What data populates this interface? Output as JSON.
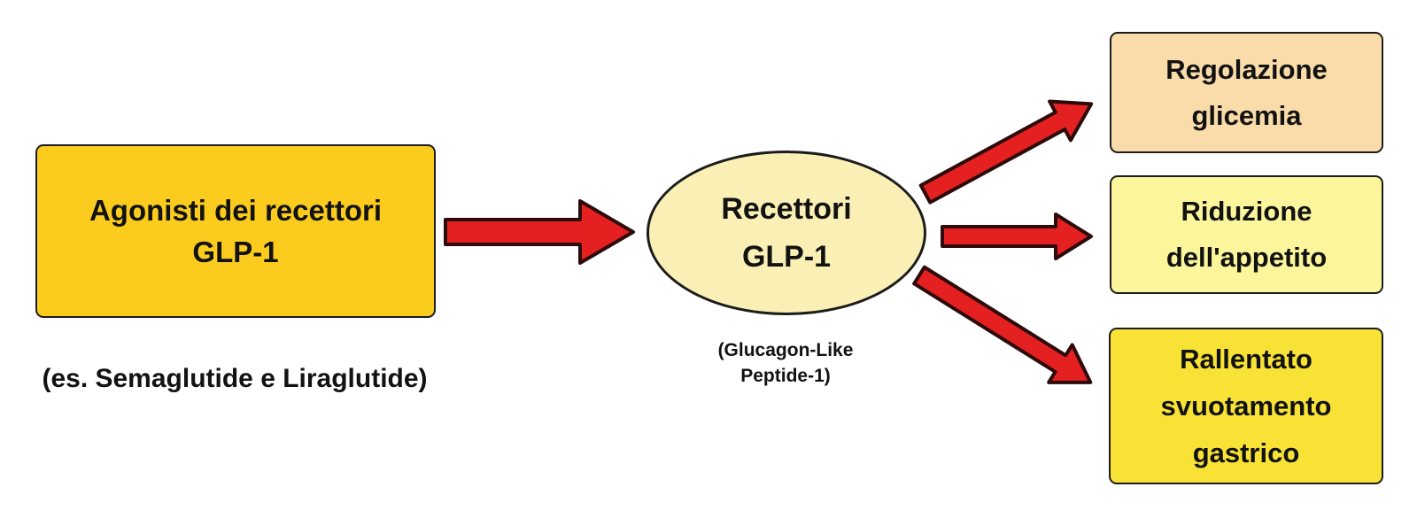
{
  "colors": {
    "background": "#ffffff",
    "border": "#1c1c1c",
    "text": "#121212",
    "arrow_fill": "#e52020",
    "arrow_stroke": "#2d0b0b"
  },
  "diagram": {
    "source_node": {
      "title_lines": [
        "Agonisti dei recettori",
        "GLP-1"
      ],
      "fill": "#fbcc1d",
      "caption": "(es. Semaglutide e Liraglutide)"
    },
    "center_node": {
      "title_lines": [
        "Recettori",
        "GLP-1"
      ],
      "fill": "#faf0b5",
      "caption_lines": [
        "(Glucagon-Like",
        "Peptide-1)"
      ]
    },
    "effect_nodes": [
      {
        "lines": [
          "Regolazione",
          "glicemia"
        ],
        "fill": "#fadcaa"
      },
      {
        "lines": [
          "Riduzione",
          "dell'appetito"
        ],
        "fill": "#fbf59b"
      },
      {
        "lines": [
          "Rallentato",
          "svuotamento",
          "gastrico"
        ],
        "fill": "#f7e235"
      }
    ]
  }
}
